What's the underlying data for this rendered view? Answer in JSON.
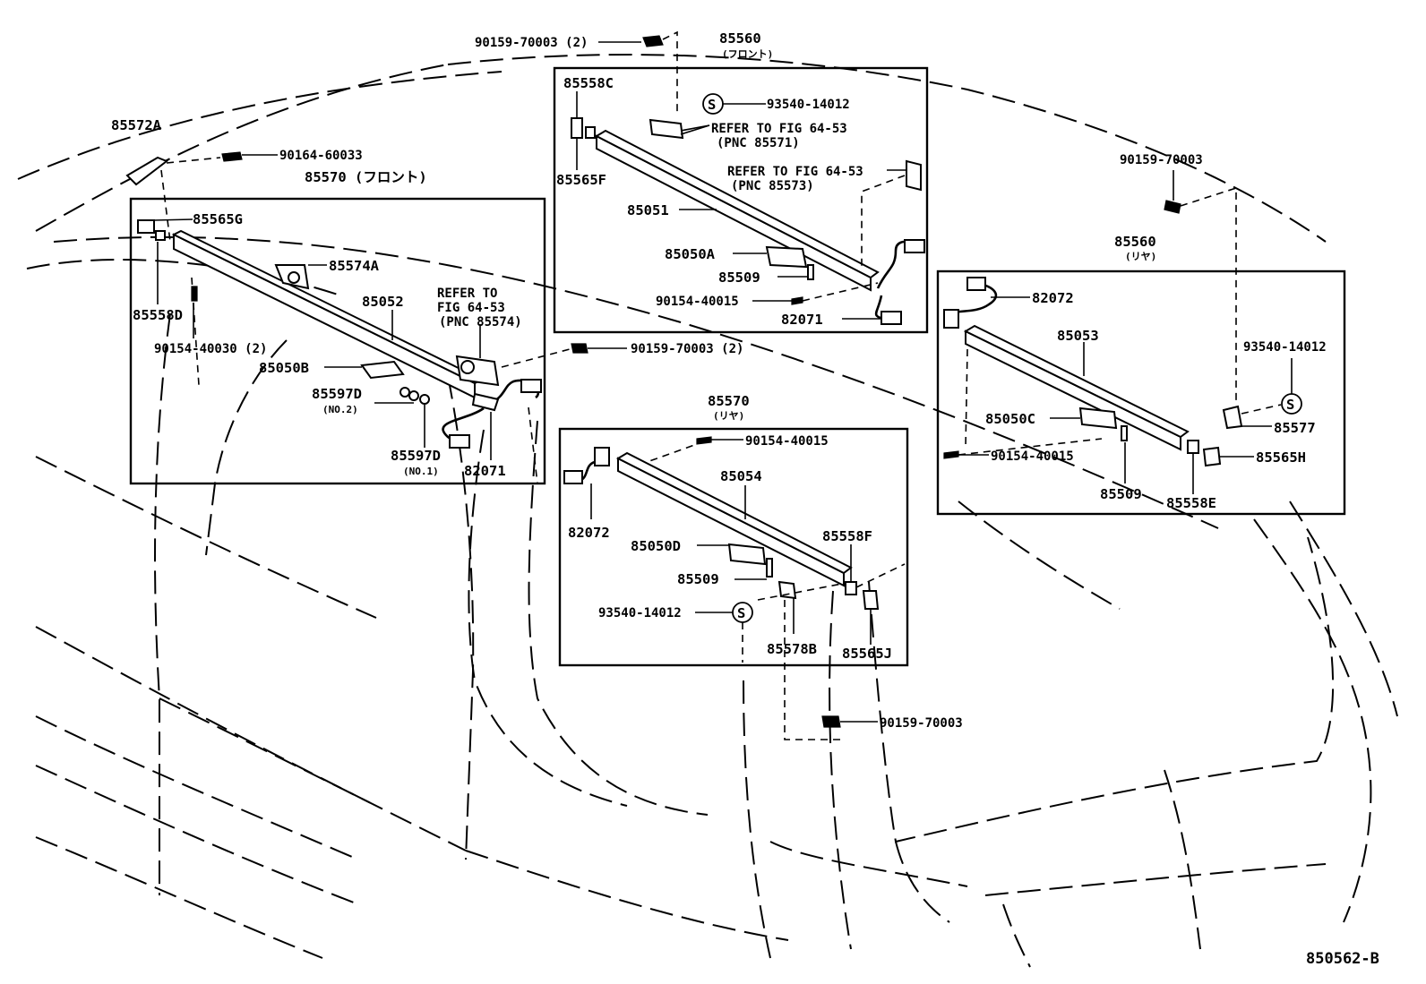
{
  "diagram_id": "850562-B",
  "parts": {
    "p90159_70003_2_top": "90159-70003 (2)",
    "p85560_front": "85560",
    "p85560_front_sub": "(フロント)",
    "p85558C": "85558C",
    "p93540_14012_a": "93540-14012",
    "refer_a1": "REFER TO FIG 64-53",
    "refer_a2": "(PNC 85571)",
    "refer_b1": "REFER TO FIG 64-53",
    "refer_b2": "(PNC 85573)",
    "p85565F": "85565F",
    "p85051": "85051",
    "p85050A": "85050A",
    "p85509_a": "85509",
    "p90154_40015_a": "90154-40015",
    "p82071_a": "82071",
    "p85572A": "85572A",
    "p90164_60033": "90164-60033",
    "p85570_front": "85570 (フロント)",
    "p85565G": "85565G",
    "p85574A": "85574A",
    "p85052": "85052",
    "refer_c1": "REFER TO",
    "refer_c2": "FIG 64-53",
    "refer_c3": "(PNC 85574)",
    "p85558D": "85558D",
    "p90154_40030_2": "90154-40030 (2)",
    "p85050B": "85050B",
    "p85597D_no2": "85597D",
    "no2": "(NO.2)",
    "p85597D_no1": "85597D",
    "no1": "(NO.1)",
    "p82071_b": "82071",
    "p90159_70003_2_mid": "90159-70003 (2)",
    "p90159_70003_right": "90159-70003",
    "p85560_rear": "85560",
    "p85560_rear_sub": "(リヤ)",
    "p82072_a": "82072",
    "p85053": "85053",
    "p93540_14012_b": "93540-14012",
    "p85050C": "85050C",
    "p85577": "85577",
    "p90154_40015_b": "90154-40015",
    "p85565H": "85565H",
    "p85509_b": "85509",
    "p85558E": "85558E",
    "p85570_rear": "85570",
    "p85570_rear_sub": "(リヤ)",
    "p90154_40015_c": "90154-40015",
    "p85054": "85054",
    "p82072_b": "82072",
    "p85050D": "85050D",
    "p85558F": "85558F",
    "p85509_c": "85509",
    "p93540_14012_c": "93540-14012",
    "p85578B": "85578B",
    "p85565J": "85565J",
    "p90159_70003_bottom": "90159-70003",
    "s_mark": "S"
  }
}
